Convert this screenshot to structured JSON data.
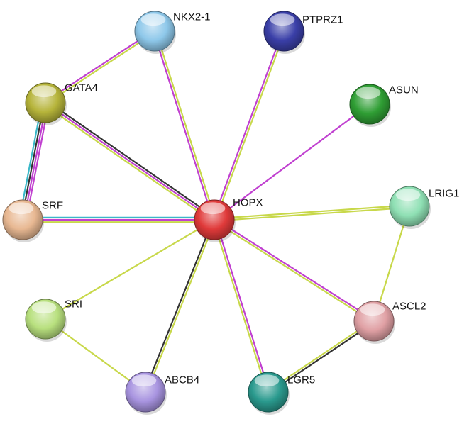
{
  "nodes": [
    {
      "id": "HOPX",
      "label": "HOPX",
      "color": "#e03a3a"
    },
    {
      "id": "NKX2-1",
      "label": "NKX2-1",
      "color": "#8ec8ea"
    },
    {
      "id": "PTPRZ1",
      "label": "PTPRZ1",
      "color": "#3a3fa8"
    },
    {
      "id": "ASUN",
      "label": "ASUN",
      "color": "#2f9e34"
    },
    {
      "id": "GATA4",
      "label": "GATA4",
      "color": "#b6b43a"
    },
    {
      "id": "SRF",
      "label": "SRF",
      "color": "#e8b892"
    },
    {
      "id": "LRIG1",
      "label": "LRIG1",
      "color": "#8fe0b4"
    },
    {
      "id": "SRI",
      "label": "SRI",
      "color": "#b8e07e"
    },
    {
      "id": "ASCL2",
      "label": "ASCL2",
      "color": "#e0a0a4"
    },
    {
      "id": "ABCB4",
      "label": "ABCB4",
      "color": "#a894e0"
    },
    {
      "id": "LGR5",
      "label": "LGR5",
      "color": "#2a9a8e"
    }
  ],
  "edges": [
    {
      "source": "HOPX",
      "target": "NKX2-1",
      "colors": [
        "#c040d0",
        "#c8d84a"
      ]
    },
    {
      "source": "HOPX",
      "target": "PTPRZ1",
      "colors": [
        "#c040d0",
        "#c8d84a"
      ]
    },
    {
      "source": "HOPX",
      "target": "ASUN",
      "colors": [
        "#c040d0"
      ]
    },
    {
      "source": "HOPX",
      "target": "GATA4",
      "colors": [
        "#c8d84a",
        "#c040d0",
        "#333333"
      ]
    },
    {
      "source": "HOPX",
      "target": "SRF",
      "colors": [
        "#c8d84a",
        "#c040d0",
        "#39b8c8"
      ]
    },
    {
      "source": "HOPX",
      "target": "LRIG1",
      "colors": [
        "#c8d84a",
        "#c8d84a"
      ]
    },
    {
      "source": "HOPX",
      "target": "SRI",
      "colors": [
        "#c8d84a"
      ]
    },
    {
      "source": "HOPX",
      "target": "ASCL2",
      "colors": [
        "#c040d0",
        "#c8d84a"
      ]
    },
    {
      "source": "HOPX",
      "target": "ABCB4",
      "colors": [
        "#c8d84a",
        "#333333"
      ]
    },
    {
      "source": "HOPX",
      "target": "LGR5",
      "colors": [
        "#c040d0",
        "#c8d84a"
      ]
    },
    {
      "source": "GATA4",
      "target": "NKX2-1",
      "colors": [
        "#c040d0",
        "#c8d84a"
      ]
    },
    {
      "source": "GATA4",
      "target": "SRF",
      "colors": [
        "#c040d0",
        "#c040d0",
        "#333333",
        "#39b8c8"
      ]
    },
    {
      "source": "LRIG1",
      "target": "ASCL2",
      "colors": [
        "#c8d84a"
      ]
    },
    {
      "source": "ASCL2",
      "target": "LGR5",
      "colors": [
        "#333333",
        "#c8d84a"
      ]
    },
    {
      "source": "SRI",
      "target": "ABCB4",
      "colors": [
        "#c8d84a"
      ]
    }
  ]
}
